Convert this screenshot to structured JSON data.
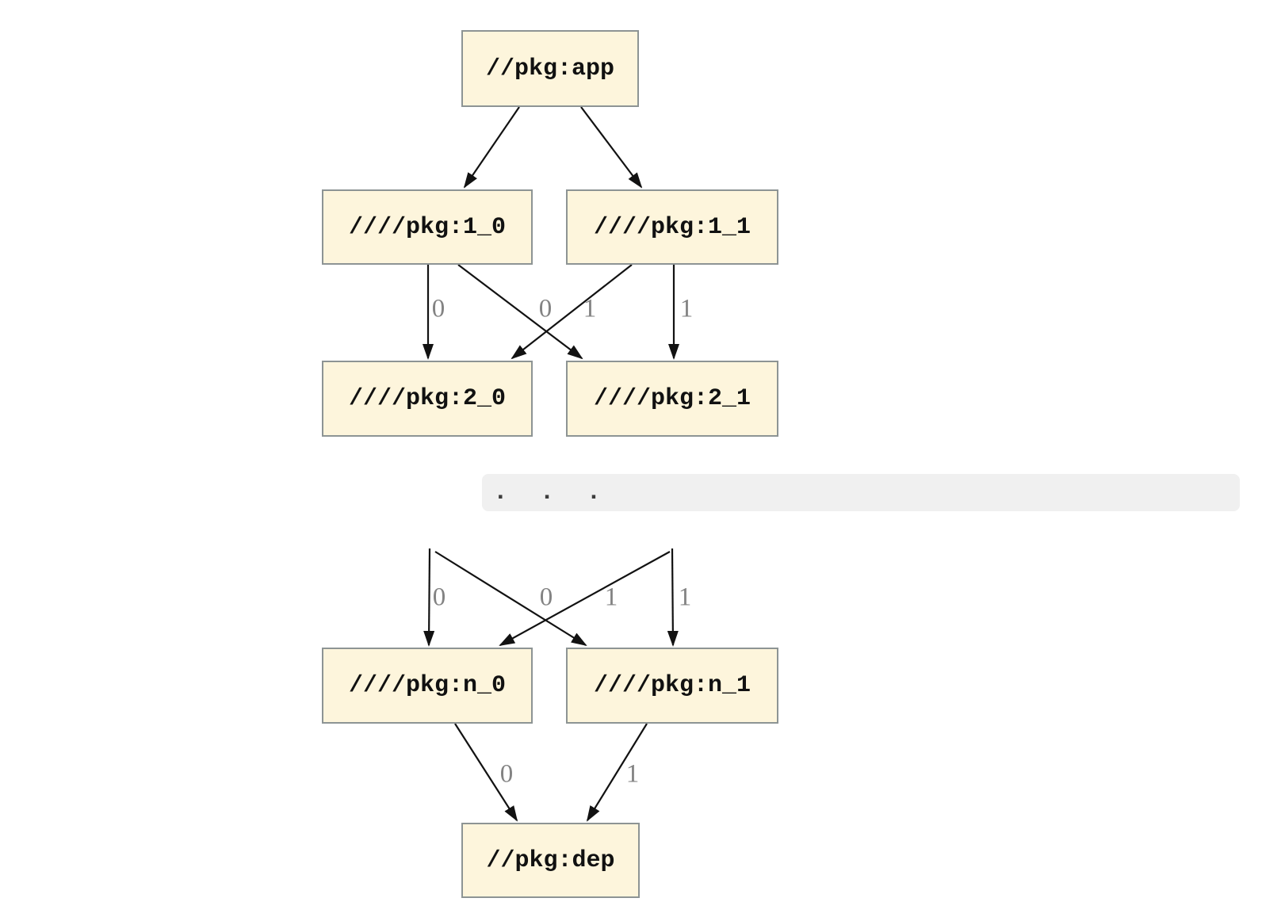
{
  "graph": {
    "nodes": {
      "app": "//pkg:app",
      "level1_0": "////pkg:1_0",
      "level1_1": "////pkg:1_1",
      "level2_0": "////pkg:2_0",
      "level2_1": "////pkg:2_1",
      "leveln_0": "////pkg:n_0",
      "leveln_1": "////pkg:n_1",
      "dep": "//pkg:dep"
    },
    "ellipsis": ".  .  .",
    "edge_labels": {
      "row1_to_row2": [
        "0",
        "0",
        "1",
        "1"
      ],
      "hidden_to_rown": [
        "0",
        "0",
        "1",
        "1"
      ],
      "rown_to_dep": [
        "0",
        "1"
      ]
    },
    "edges": [
      {
        "from": "//pkg:app",
        "to": "////pkg:1_0",
        "label": ""
      },
      {
        "from": "//pkg:app",
        "to": "////pkg:1_1",
        "label": ""
      },
      {
        "from": "////pkg:1_0",
        "to": "////pkg:2_0",
        "label": "0"
      },
      {
        "from": "////pkg:1_0",
        "to": "////pkg:2_1",
        "label": "1"
      },
      {
        "from": "////pkg:1_1",
        "to": "////pkg:2_0",
        "label": "0"
      },
      {
        "from": "////pkg:1_1",
        "to": "////pkg:2_1",
        "label": "1"
      },
      {
        "from": "ellipsis",
        "to": "////pkg:n_0",
        "label": "0"
      },
      {
        "from": "ellipsis",
        "to": "////pkg:n_1",
        "label": "1"
      },
      {
        "from": "ellipsis",
        "to": "////pkg:n_0",
        "label": "0"
      },
      {
        "from": "ellipsis",
        "to": "////pkg:n_1",
        "label": "1"
      },
      {
        "from": "////pkg:n_0",
        "to": "//pkg:dep",
        "label": "0"
      },
      {
        "from": "////pkg:n_1",
        "to": "//pkg:dep",
        "label": "1"
      }
    ]
  },
  "colors": {
    "node_fill": "#fdf5dc",
    "node_border": "#8d9494",
    "edge": "#121212",
    "edge_label": "#838383",
    "band_fill": "#f0f0f0"
  }
}
